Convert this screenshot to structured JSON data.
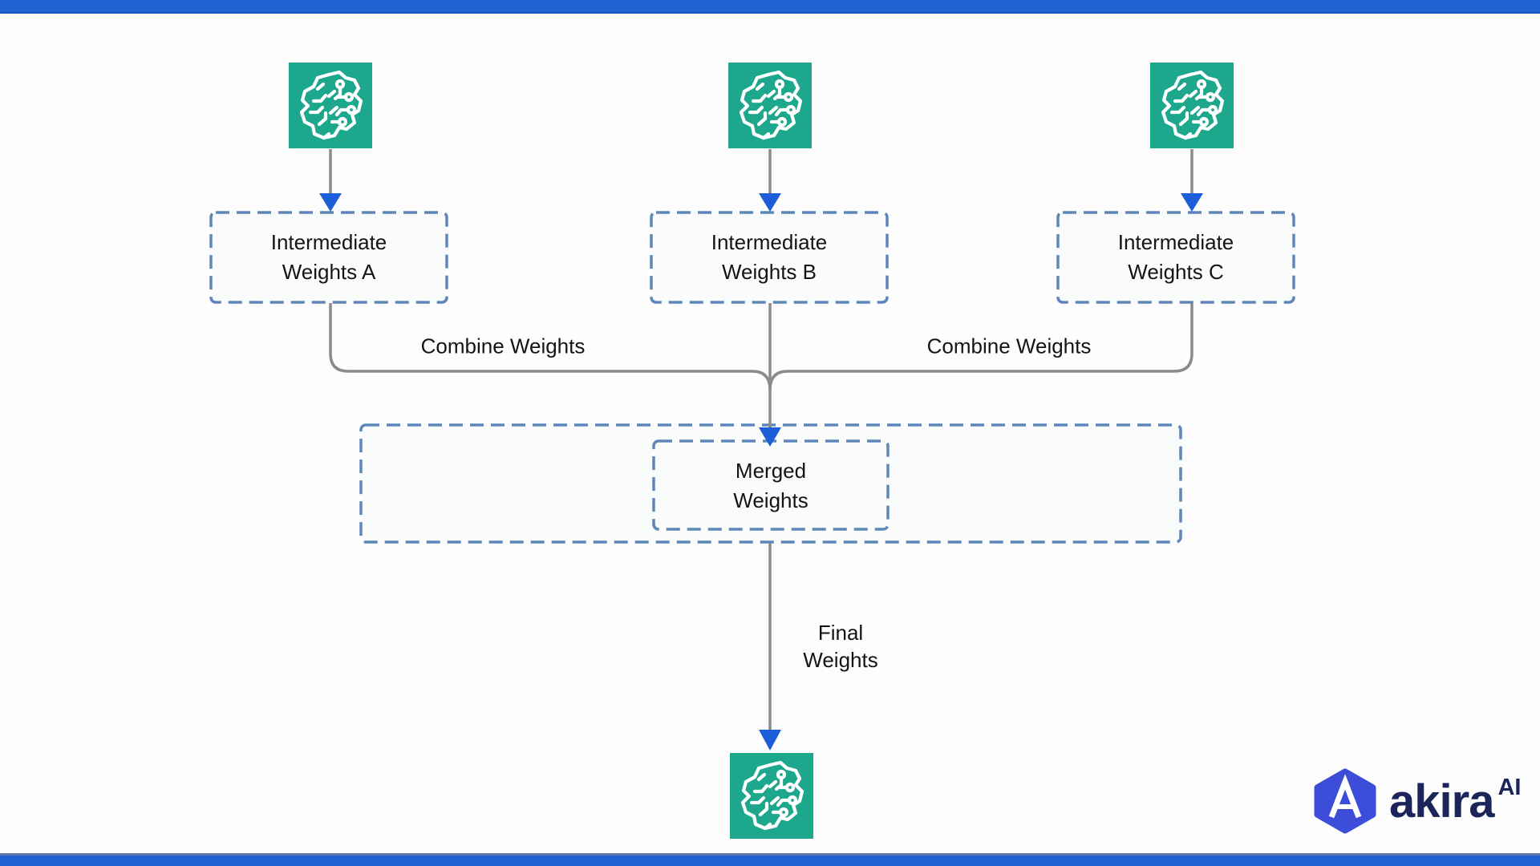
{
  "colors": {
    "accent_bar_blue": "#2062d2",
    "arrowhead_blue": "#1b5ed8",
    "node_green": "#1da78c",
    "dashed_border_blue": "#5c87b8",
    "connector_gray": "#8b8b8b",
    "text_dark": "#141414",
    "logo_navy": "#1b2559",
    "logo_hex_blue": "#3c4ed9",
    "box_fill": "#fafbfb",
    "background": "#fdfdfd"
  },
  "diagram": {
    "source_models": [
      {
        "icon": "brain-circuit-icon"
      },
      {
        "icon": "brain-circuit-icon"
      },
      {
        "icon": "brain-circuit-icon"
      }
    ],
    "intermediate_boxes": [
      {
        "line1": "Intermediate",
        "line2": "Weights A"
      },
      {
        "line1": "Intermediate",
        "line2": "Weights B"
      },
      {
        "line1": "Intermediate",
        "line2": "Weights C"
      }
    ],
    "edge_labels": {
      "combine_left": "Combine Weights",
      "combine_right": "Combine Weights",
      "final_line1": "Final",
      "final_line2": "Weights"
    },
    "merged_box": {
      "line1": "Merged",
      "line2": "Weights"
    },
    "output_model": {
      "icon": "brain-circuit-icon"
    }
  },
  "logo": {
    "brand": "akira",
    "suffix": "AI",
    "mark": "hexagon-a-icon"
  }
}
